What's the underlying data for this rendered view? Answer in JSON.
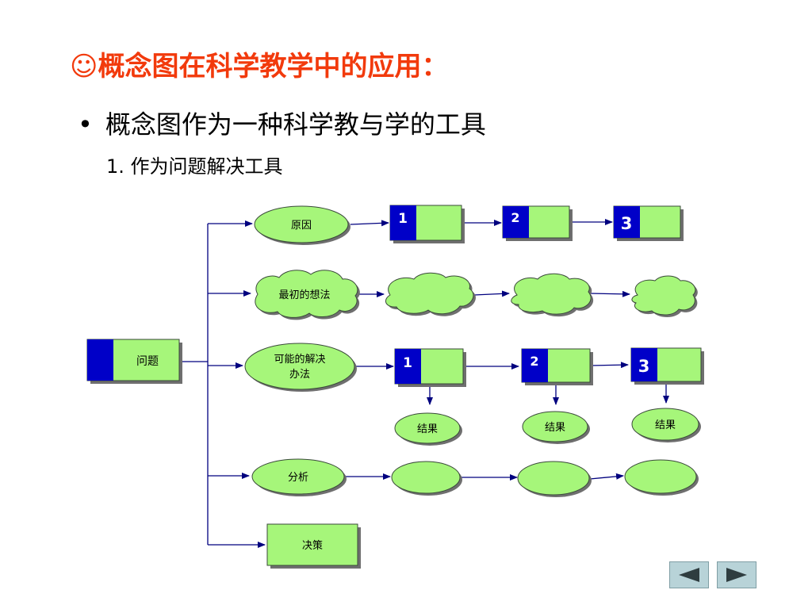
{
  "slide": {
    "title": "☺概念图在科学教学中的应用：",
    "bullet": "概念图作为一种科学教与学的工具",
    "subpoint": "1. 作为问题解决工具"
  },
  "diagram": {
    "root": "问题",
    "branches": {
      "cause": "原因",
      "initial_ideas": "最初的想法",
      "solutions": "可能的解决办法",
      "solutions_line1": "可能的解决",
      "solutions_line2": "办法",
      "analysis": "分析",
      "decision": "决策"
    },
    "steps": [
      "1",
      "2",
      "3"
    ],
    "result_label": "结果"
  },
  "colors": {
    "title": "#f23a0c",
    "node_fill": "#a6f67a",
    "node_stroke": "#3a4a3a",
    "step_block": "#0000c8",
    "connector": "#00007f",
    "shadow": "#6f6f6f",
    "nav_button": "#b8d3d8"
  },
  "navigation": {
    "prev_icon": "triangle-left-icon",
    "next_icon": "triangle-right-icon"
  }
}
